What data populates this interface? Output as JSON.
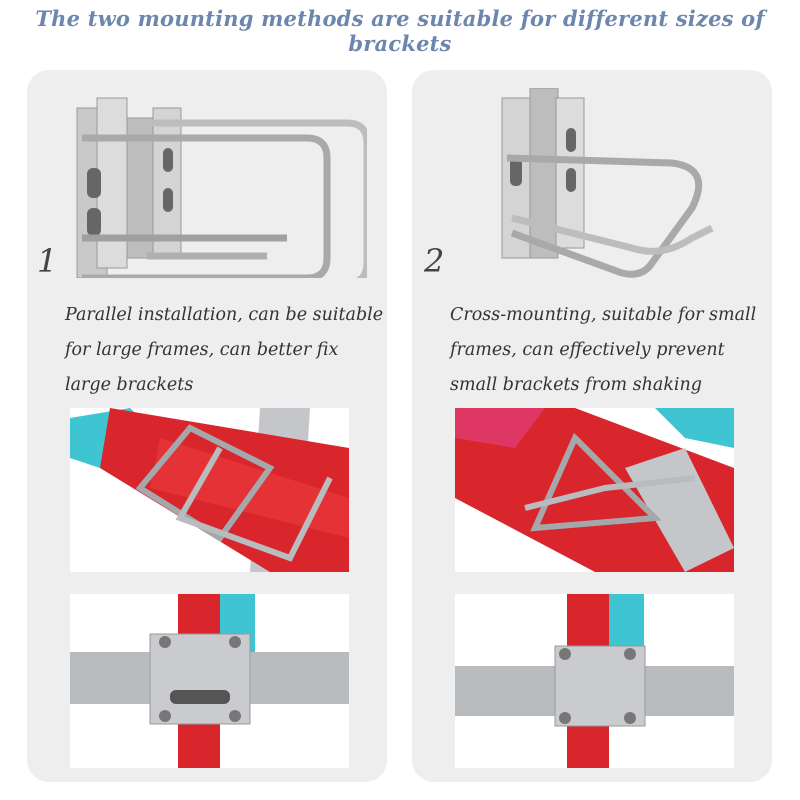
{
  "headline": "The two mounting methods are suitable for different sizes of brackets",
  "panels": [
    {
      "number": "1",
      "description": "Parallel installation, can be suitable for large frames, can better fix large brackets",
      "method": "parallel"
    },
    {
      "number": "2",
      "description": "Cross-mounting, suitable for small frames, can effectively prevent small brackets from shaking",
      "method": "cross"
    }
  ],
  "colors": {
    "headline": "#6d86ad",
    "panel_bg": "#eeeeee",
    "rack_red": "#d8262c",
    "rack_cyan": "#3fc4d2",
    "steel": "#b9bcbf"
  }
}
